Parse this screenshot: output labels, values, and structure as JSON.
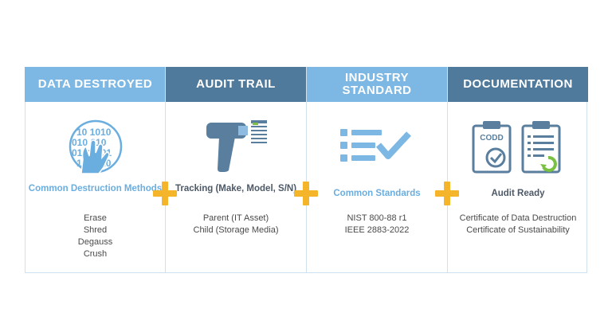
{
  "colors": {
    "light_header": "#7db7e3",
    "dark_header": "#4f7a9c",
    "accent_plus": "#f5b52a",
    "icon_blue": "#6aaee0",
    "icon_dark": "#5a7e9e",
    "icon_green": "#7ac043"
  },
  "columns": [
    {
      "header": "DATA DESTROYED",
      "icon": "hand-on-binary-globe-icon",
      "subtitle": "Common Destruction Methods",
      "items": [
        "Erase",
        "Shred",
        "Degauss",
        "Crush"
      ]
    },
    {
      "header": "AUDIT TRAIL",
      "icon": "barcode-scanner-icon",
      "subtitle": "Tracking (Make, Model, S/N)",
      "items": [
        "Parent (IT Asset)",
        "Child (Storage Media)"
      ]
    },
    {
      "header": "INDUSTRY STANDARD",
      "icon": "checklist-icon",
      "subtitle": "Common Standards",
      "items": [
        "NIST 800-88 r1",
        "IEEE 2883-2022"
      ]
    },
    {
      "header": "DOCUMENTATION",
      "icon": "clipboard-certificates-icon",
      "subtitle": "Audit Ready",
      "icon_label": "CODD",
      "items": [
        "Certificate of Data Destruction",
        "Certificate of Sustainability"
      ]
    }
  ]
}
